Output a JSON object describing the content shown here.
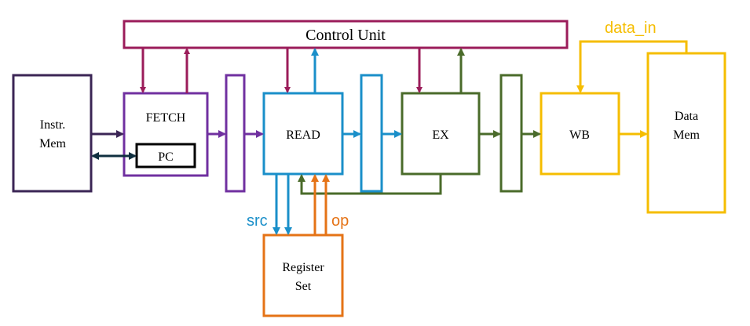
{
  "colors": {
    "control": "#9b1c5a",
    "instr": "#3b2555",
    "fetch": "#7030a0",
    "read": "#1a8fc9",
    "ex": "#4a6b2a",
    "wb": "#f5bd00",
    "regset": "#e57316",
    "pc": "#000000",
    "pc_link": "#0f2f3f"
  },
  "blocks": {
    "control_unit": "Control Unit",
    "instr_mem_line1": "Instr.",
    "instr_mem_line2": "Mem",
    "fetch": "FETCH",
    "pc": "PC",
    "read": "READ",
    "ex": "EX",
    "wb": "WB",
    "data_mem_line1": "Data",
    "data_mem_line2": "Mem",
    "register_set_line1": "Register",
    "register_set_line2": "Set"
  },
  "labels": {
    "src": "src",
    "op": "op",
    "data_in": "data_in"
  }
}
